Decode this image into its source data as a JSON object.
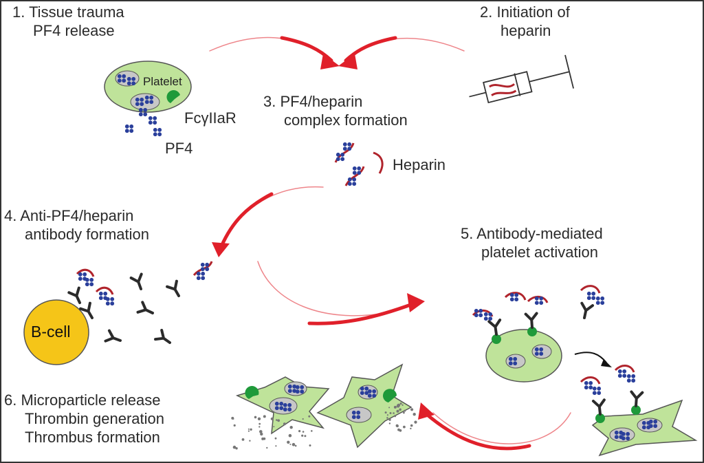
{
  "steps": {
    "s1": {
      "line1": "1. Tissue trauma",
      "line2": "PF4 release"
    },
    "s2": {
      "line1": "2. Initiation of",
      "line2": "heparin"
    },
    "s3": {
      "line1": "3. PF4/heparin",
      "line2": "complex formation"
    },
    "s4": {
      "line1": "4. Anti-PF4/heparin",
      "line2": "antibody formation"
    },
    "s5": {
      "line1": "5. Antibody-mediated",
      "line2": "platelet activation"
    },
    "s6": {
      "line1": "6. Microparticle release",
      "line2": "Thrombin generation",
      "line3": "Thrombus formation"
    }
  },
  "labels": {
    "platelet": "Platelet",
    "receptor": "FcγIIaR",
    "pf4": "PF4",
    "heparin": "Heparin",
    "bcell": "B-cell"
  },
  "colors": {
    "arrow": "#e0202a",
    "platelet_fill": "#bfe39a",
    "granule_fill": "#c7c7c7",
    "pf4": "#2a3f9b",
    "heparin": "#b0242c",
    "receptor": "#1f9a3a",
    "bcell_fill": "#f5c518",
    "antibody": "#2b2b2b"
  }
}
